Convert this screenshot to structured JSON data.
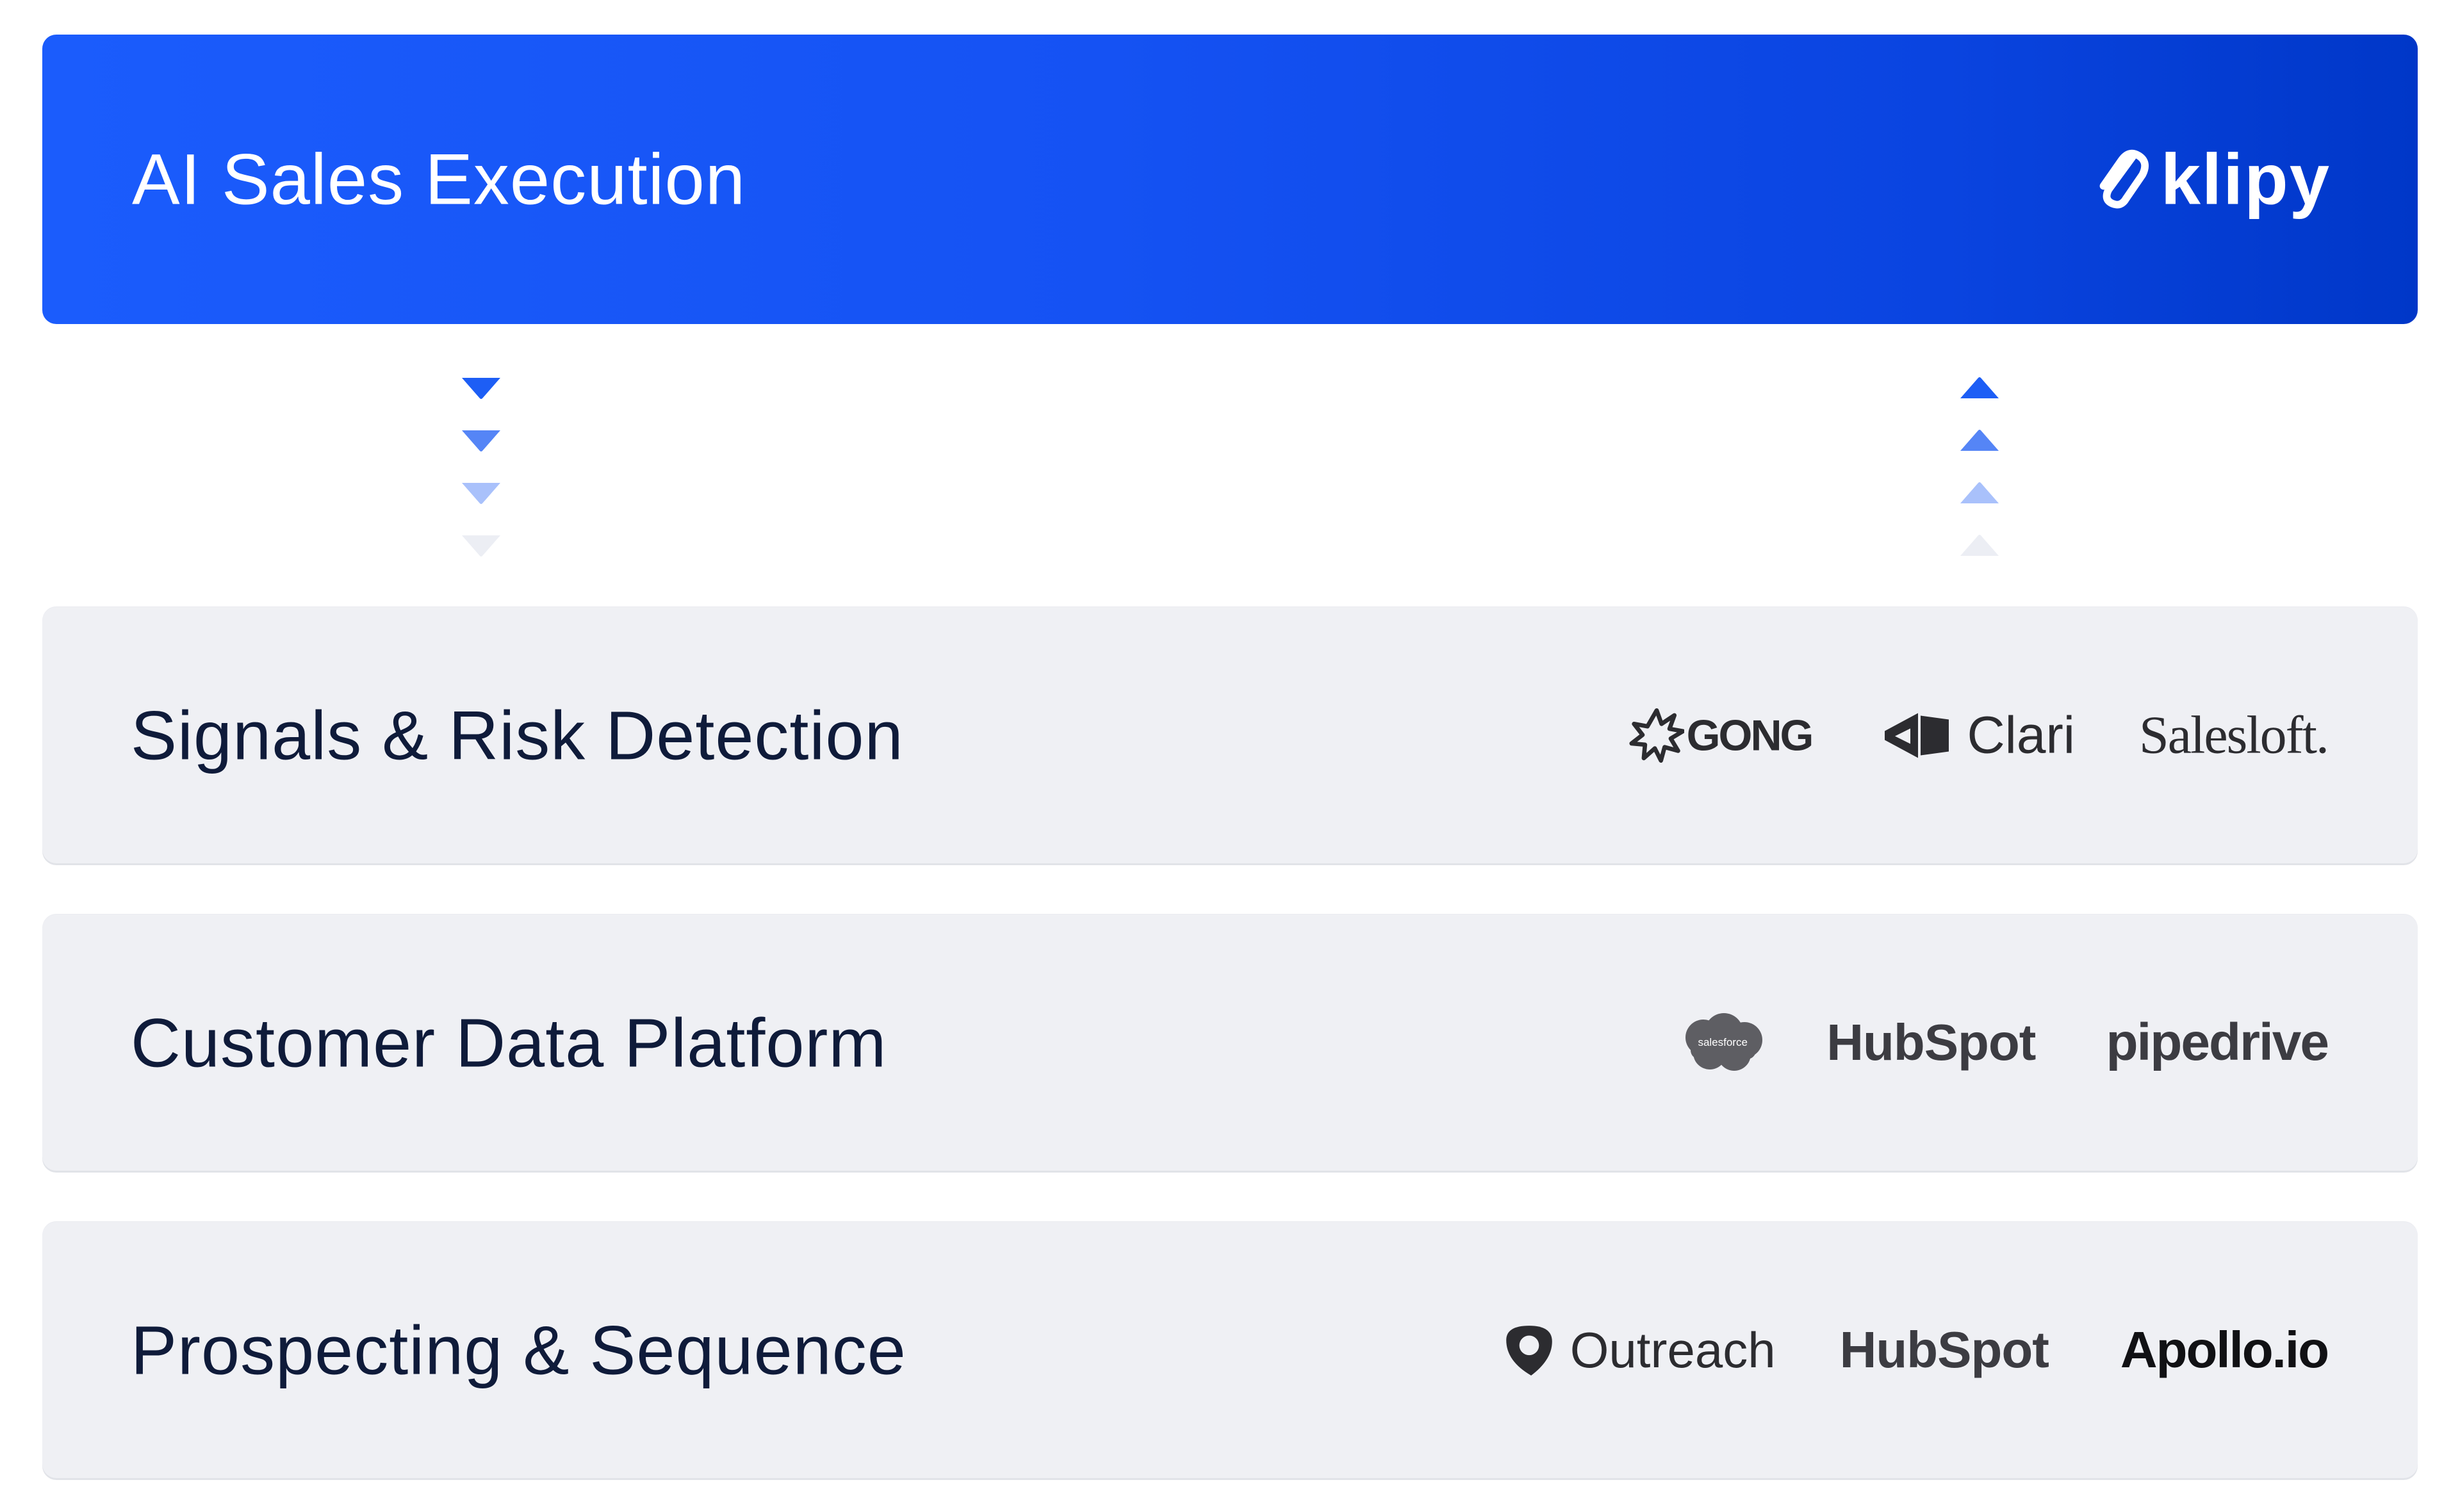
{
  "header": {
    "title": "AI Sales Execution",
    "brand": "klipy"
  },
  "flow": {
    "down_arrows": 4,
    "up_arrows": 4
  },
  "layers": [
    {
      "title": "Signals & Risk Detection",
      "logos": [
        "GONG",
        "Clari",
        "Salesloft."
      ]
    },
    {
      "title": "Customer Data Platform",
      "logos": [
        "salesforce",
        "HubSpot",
        "pipedrive"
      ]
    },
    {
      "title": "Prospecting & Sequence",
      "logos": [
        "Outreach",
        "HubSpot",
        "Apollo.io"
      ]
    }
  ],
  "colors": {
    "header_start": "#1b5cfc",
    "header_end": "#0037c8",
    "card_bg": "#eff0f4",
    "title_text": "#0f1b3a",
    "arrow_blue": "#1d5ef5"
  }
}
